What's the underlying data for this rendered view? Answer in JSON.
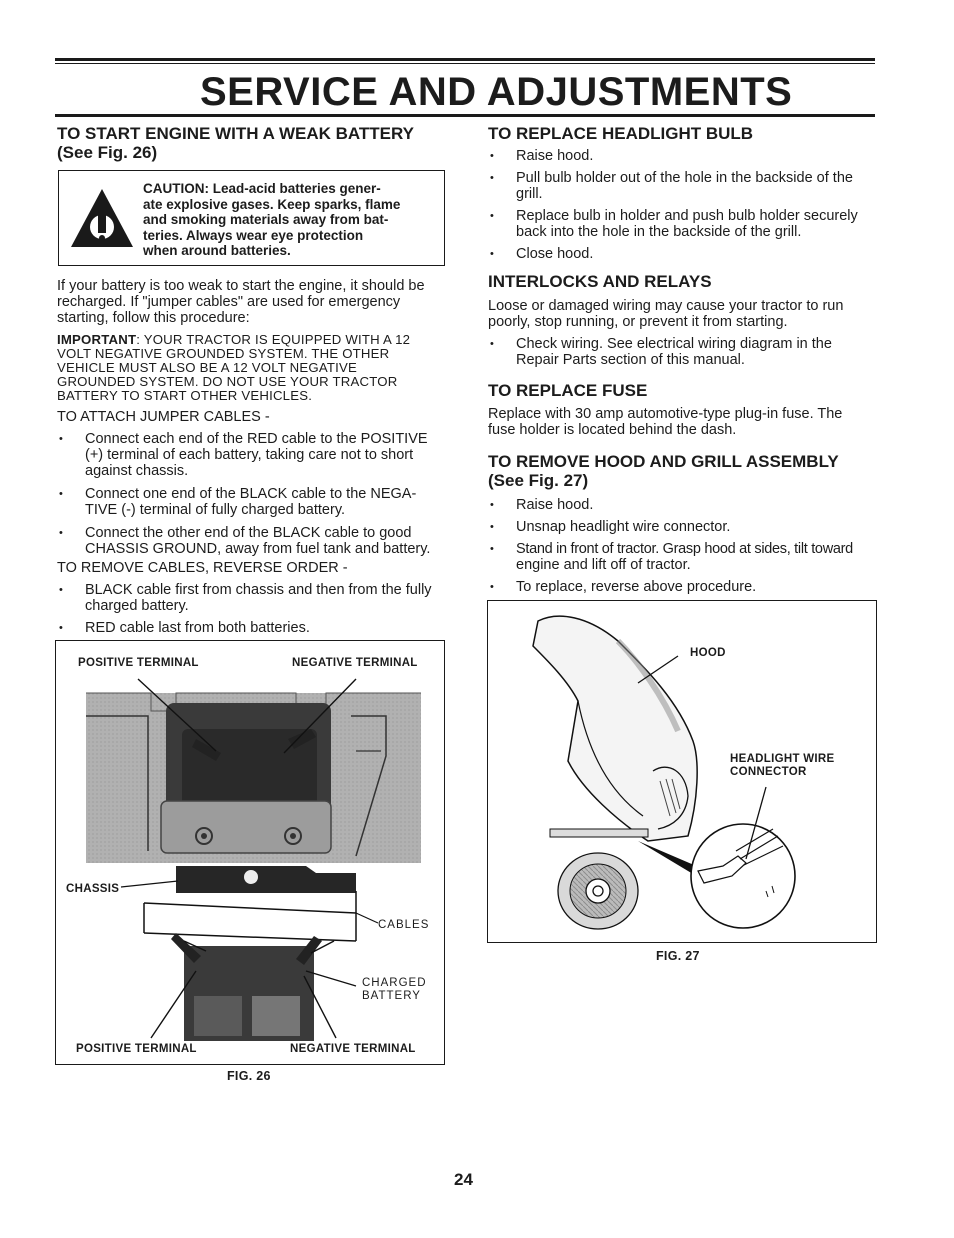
{
  "page": {
    "title": "SERVICE AND ADJUSTMENTS",
    "page_number": "24"
  },
  "weak_battery": {
    "heading": "TO START ENGINE WITH A WEAK BATTERY",
    "subheading": "(See Fig. 26)",
    "caution_lines": [
      "CAUTION: Lead-acid batteries gener-",
      "ate explosive gases. Keep sparks, flame",
      "and smoking materials away from bat-",
      "teries.  Always wear eye protection",
      "when around batteries."
    ],
    "intro_lines": [
      "If your battery is too weak to start the engine, it should be",
      "recharged.  If \"jumper cables\" are used for emergency",
      "starting, follow this procedure:"
    ],
    "important_label": "IMPORTANT",
    "important_lines": [
      ": YOUR TRACTOR IS EQUIPPED WITH A 12",
      "VOLT NEGATIVE GROUNDED SYSTEM.  THE OTHER",
      "VEHICLE MUST ALSO BE A 12 VOLT NEGATIVE",
      "GROUNDED SYSTEM.  DO NOT USE YOUR TRACTOR",
      "BATTERY TO START OTHER VEHICLES."
    ],
    "attach_heading": "TO ATTACH JUMPER CABLES -",
    "attach_items": [
      [
        "Connect each end of the RED cable to the POSITIVE",
        "(+) terminal of each battery, taking care not to short",
        "against chassis."
      ],
      [
        "Connect one end of the BLACK cable to the NEGA-",
        "TIVE (-) terminal of fully charged battery."
      ],
      [
        "Connect the other end of the BLACK cable to good",
        "CHASSIS GROUND, away from fuel tank and battery."
      ]
    ],
    "remove_heading": "TO REMOVE CABLES, REVERSE ORDER -",
    "remove_items": [
      [
        "BLACK cable first from chassis and then from the fully",
        "charged battery."
      ],
      [
        "RED cable last from both batteries."
      ]
    ]
  },
  "fig26": {
    "positive_terminal_top": "POSITIVE TERMINAL",
    "negative_terminal_top": "NEGATIVE TERMINAL",
    "chassis": "CHASSIS",
    "cables": "CABLES",
    "charged": "CHARGED",
    "battery": "BATTERY",
    "positive_terminal_bottom": "POSITIVE TERMINAL",
    "negative_terminal_bottom": "NEGATIVE TERMINAL",
    "caption": "FIG. 26"
  },
  "headlight": {
    "heading": "TO REPLACE HEADLIGHT BULB",
    "items": [
      [
        "Raise hood."
      ],
      [
        "Pull bulb holder out of the hole in the backside of the",
        "grill."
      ],
      [
        "Replace bulb in holder and push bulb holder securely",
        "back into the hole in the backside of the grill."
      ],
      [
        "Close hood."
      ]
    ]
  },
  "interlocks": {
    "heading": "INTERLOCKS AND RELAYS",
    "intro_lines": [
      "Loose or damaged wiring may cause your tractor to run",
      "poorly, stop running, or prevent it from starting."
    ],
    "items": [
      [
        "Check wiring.  See electrical wiring diagram in the",
        "Repair Parts section of this manual."
      ]
    ]
  },
  "fuse": {
    "heading": "TO REPLACE FUSE",
    "lines": [
      "Replace with 30 amp automotive-type plug-in fuse.  The",
      "fuse holder is located behind the dash."
    ]
  },
  "hood": {
    "heading": "TO REMOVE HOOD AND GRILL ASSEMBLY",
    "subheading": "(See Fig. 27)",
    "items": [
      [
        "Raise hood."
      ],
      [
        "Unsnap headlight wire connector."
      ],
      [
        "Stand in front of tractor. Grasp hood at sides, tilt toward",
        "engine and lift off of tractor."
      ],
      [
        "To replace, reverse above procedure."
      ]
    ]
  },
  "fig27": {
    "hood": "HOOD",
    "headlight_wire": "HEADLIGHT WIRE",
    "connector": "CONNECTOR",
    "caption": "FIG. 27"
  },
  "colors": {
    "ink": "#1a1a1a",
    "photo_dark": "#2e2e2e",
    "photo_mid": "#8a8a8a",
    "photo_light": "#c9c9c9"
  }
}
